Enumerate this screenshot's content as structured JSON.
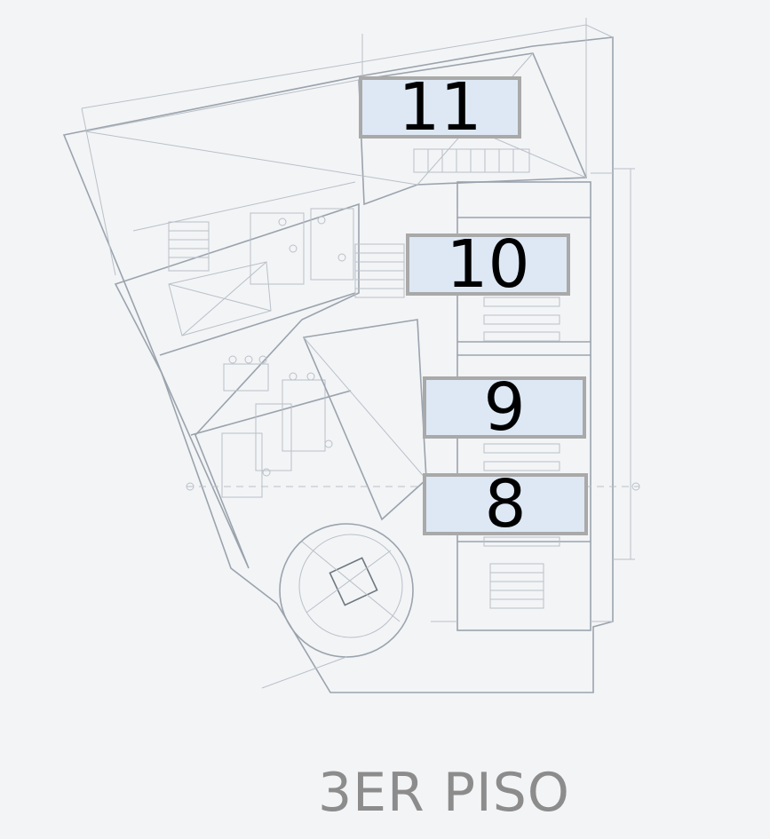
{
  "floor": {
    "title": "3ER PISO"
  },
  "rooms": [
    {
      "id": "11",
      "label": "11"
    },
    {
      "id": "10",
      "label": "10"
    },
    {
      "id": "9",
      "label": "9"
    },
    {
      "id": "8",
      "label": "8"
    }
  ],
  "colors": {
    "background": "#f3f4f6",
    "room_label_fill": "#dde8f4",
    "room_label_border": "#a9a9a9",
    "plan_lines": "#9aa3ad",
    "title_text": "#8c8c8c"
  }
}
